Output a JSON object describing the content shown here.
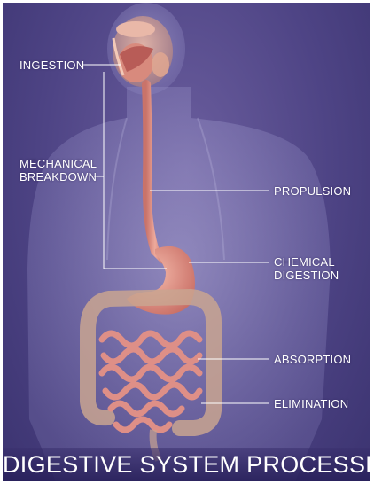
{
  "labels": {
    "ingestion": "INGESTION",
    "mechanical_1": "MECHANICAL",
    "mechanical_2": "BREAKDOWN",
    "propulsion": "PROPULSION",
    "chemical_1": "CHEMICAL",
    "chemical_2": "DIGESTION",
    "absorption": "ABSORPTION",
    "elimination": "ELIMINATION"
  },
  "title": "DIGESTIVE SYSTEM PROCESSES",
  "colors": {
    "background": "#4e4485",
    "body_silhouette": "#9b97c9",
    "organ": "#e7998c",
    "organ_dark": "#c9736a",
    "intestine": "#d98f87",
    "large_intestine": "#c8a893",
    "leader_line": "#ffffff"
  }
}
